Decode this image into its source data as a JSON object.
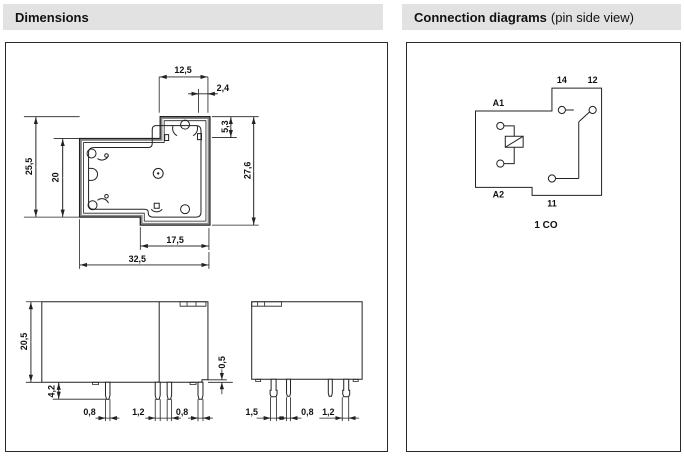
{
  "headers": {
    "dimensions": "Dimensions",
    "connection_title": "Connection diagrams",
    "connection_subtitle": "(pin side view)"
  },
  "dimensions_panel": {
    "top_view": {
      "top_width": "12,5",
      "top_offset": "2,4",
      "right_pin_offset": "5,3",
      "right_height": "27,6",
      "left_height": "25,5",
      "left_inner_height": "20",
      "bottom_inner_width": "17,5",
      "bottom_width": "32,5"
    },
    "front_view": {
      "height": "20,5",
      "pin_length": "4,2",
      "standoff": "0,5",
      "pin_width_left": "0,8",
      "pin_width_middle": "1,2",
      "pin_width_right": "0,8"
    },
    "side_view": {
      "pin_width_left": "1,5",
      "pin_width_middle": "0,8",
      "pin_width_right": "1,2"
    }
  },
  "connection_panel": {
    "terminals": {
      "coil_a1": "A1",
      "coil_a2": "A2",
      "no_14": "14",
      "nc_12": "12",
      "com_11": "11"
    },
    "caption": "1 CO"
  }
}
